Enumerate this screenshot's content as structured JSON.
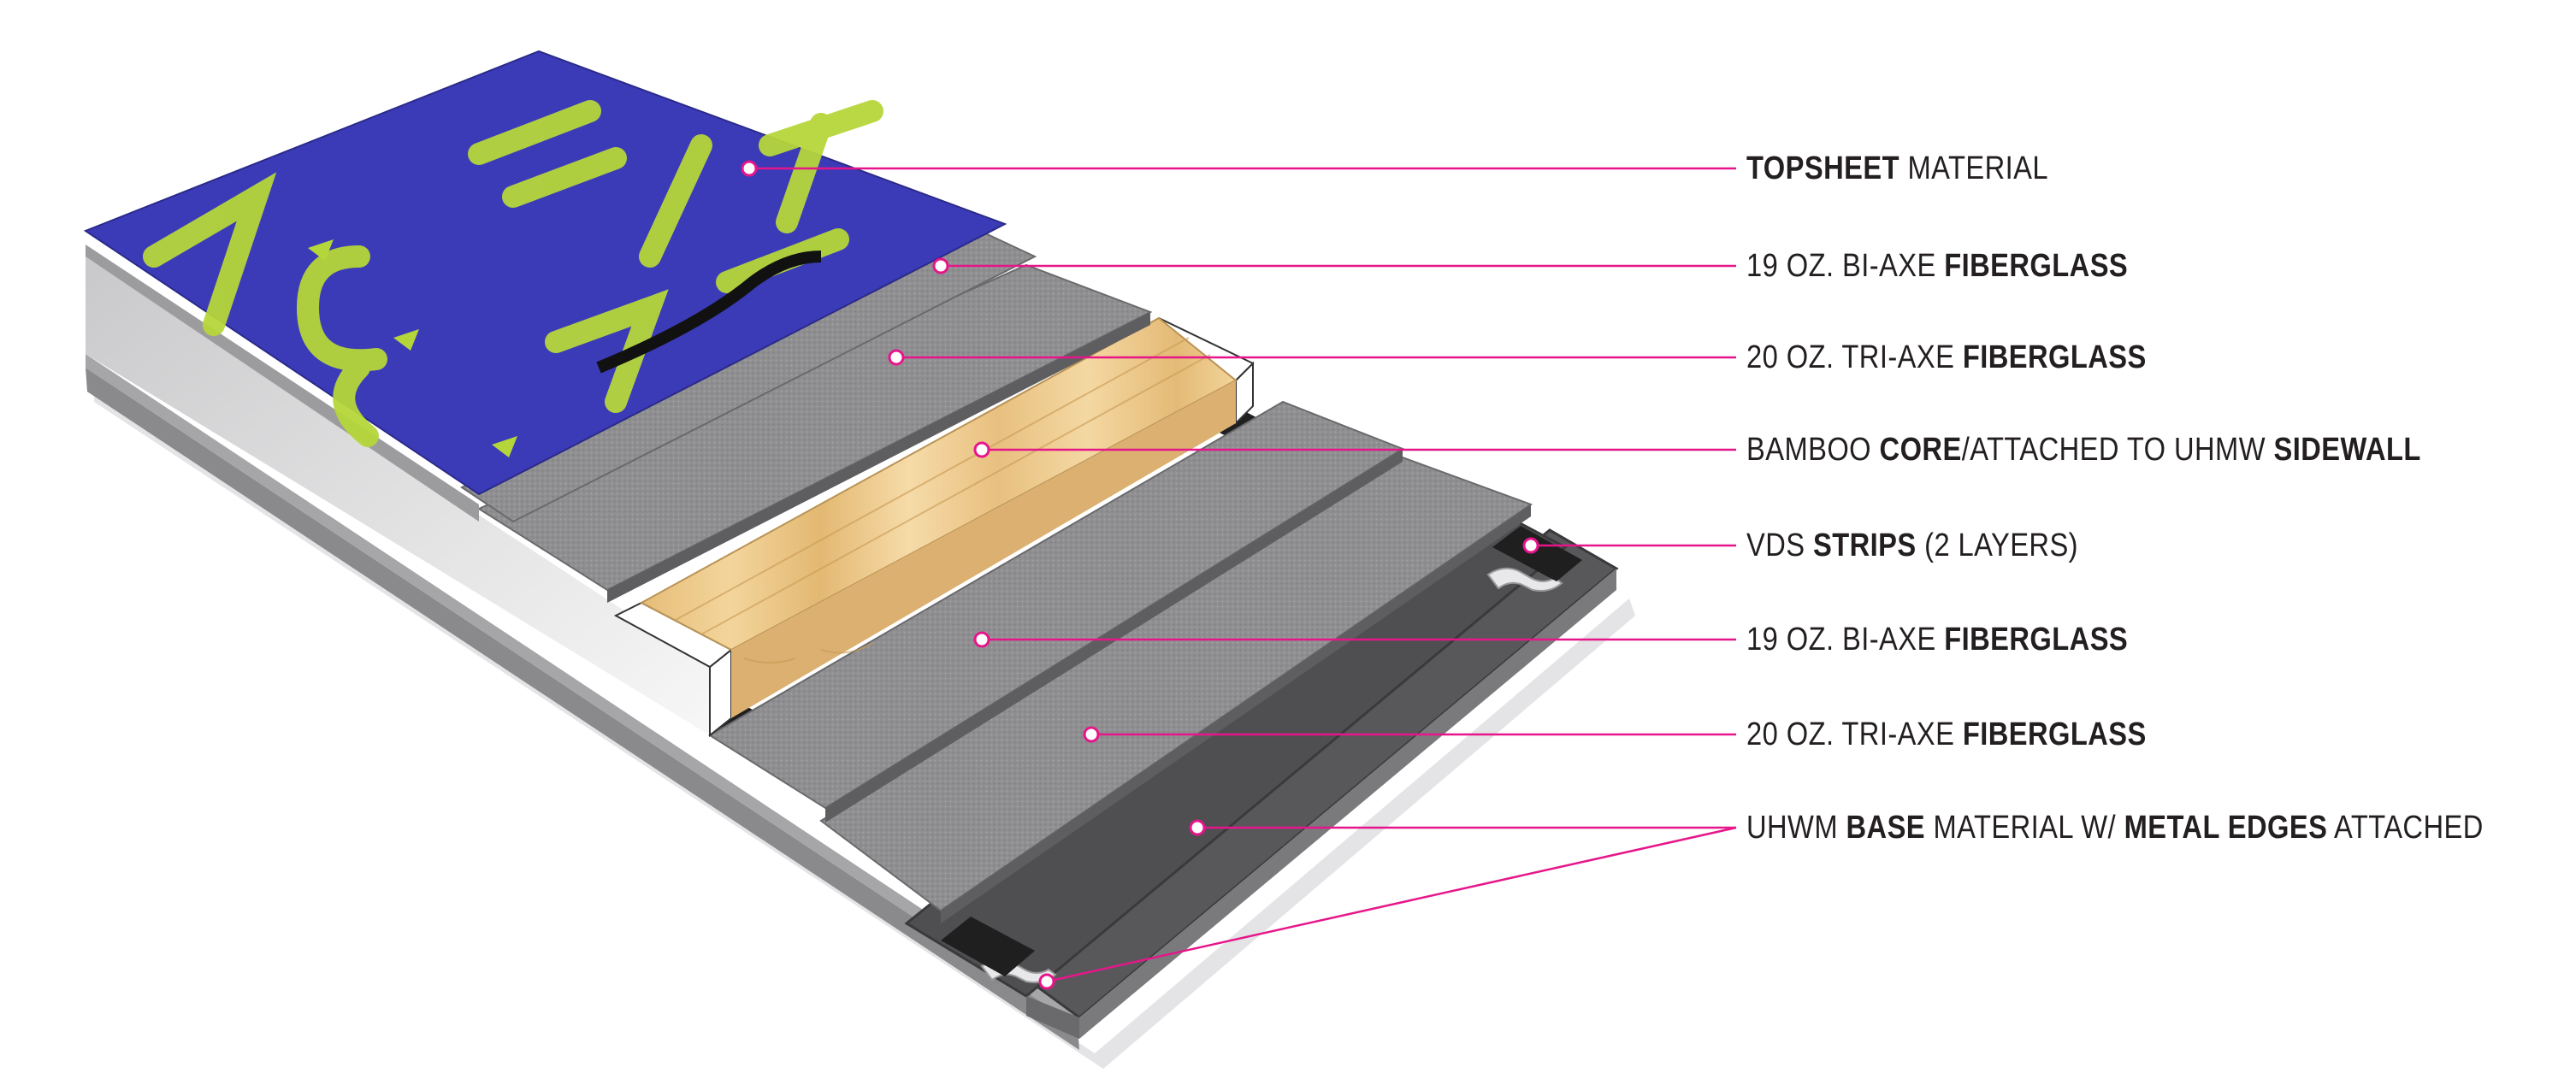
{
  "colors": {
    "leader": "#e6168a",
    "topsheet_bg": "#3b3bb8",
    "topsheet_accent": "#b5d63a",
    "fiberglass": "#8f8f91",
    "core": "#ecc98c",
    "sidewall": "#f4f4f4",
    "vds": "#1f1f1f",
    "base": "#505052",
    "text": "#231f20"
  },
  "topsheet_graphic_text": [
    "A",
    "C",
    "E",
    "L",
    "T",
    "A"
  ],
  "labels": [
    {
      "id": "topsheet",
      "parts": [
        {
          "text": "TOPSHEET",
          "bold": true
        },
        {
          "text": " MATERIAL",
          "bold": false
        }
      ]
    },
    {
      "id": "fg-top-bi",
      "parts": [
        {
          "text": "19 OZ. BI-AXE ",
          "bold": false
        },
        {
          "text": "FIBERGLASS",
          "bold": true
        }
      ]
    },
    {
      "id": "fg-top-tri",
      "parts": [
        {
          "text": "20 OZ. TRI-AXE ",
          "bold": false
        },
        {
          "text": "FIBERGLASS",
          "bold": true
        }
      ]
    },
    {
      "id": "core",
      "parts": [
        {
          "text": "BAMBOO ",
          "bold": false
        },
        {
          "text": "CORE",
          "bold": true
        },
        {
          "text": "/ATTACHED TO UHMW ",
          "bold": false
        },
        {
          "text": "SIDEWALL",
          "bold": true
        }
      ]
    },
    {
      "id": "vds",
      "parts": [
        {
          "text": "VDS ",
          "bold": false
        },
        {
          "text": "STRIPS",
          "bold": true
        },
        {
          "text": " (2 LAYERS)",
          "bold": false
        }
      ]
    },
    {
      "id": "fg-bottom-bi",
      "parts": [
        {
          "text": "19 OZ. BI-AXE ",
          "bold": false
        },
        {
          "text": "FIBERGLASS",
          "bold": true
        }
      ]
    },
    {
      "id": "fg-bottom-tri",
      "parts": [
        {
          "text": "20 OZ. TRI-AXE ",
          "bold": false
        },
        {
          "text": "FIBERGLASS",
          "bold": true
        }
      ]
    },
    {
      "id": "base",
      "parts": [
        {
          "text": "UHWM ",
          "bold": false
        },
        {
          "text": "BASE",
          "bold": true
        },
        {
          "text": " MATERIAL W/ ",
          "bold": false
        },
        {
          "text": "METAL EDGES",
          "bold": true
        },
        {
          "text": " ATTACHED",
          "bold": false
        }
      ]
    }
  ]
}
